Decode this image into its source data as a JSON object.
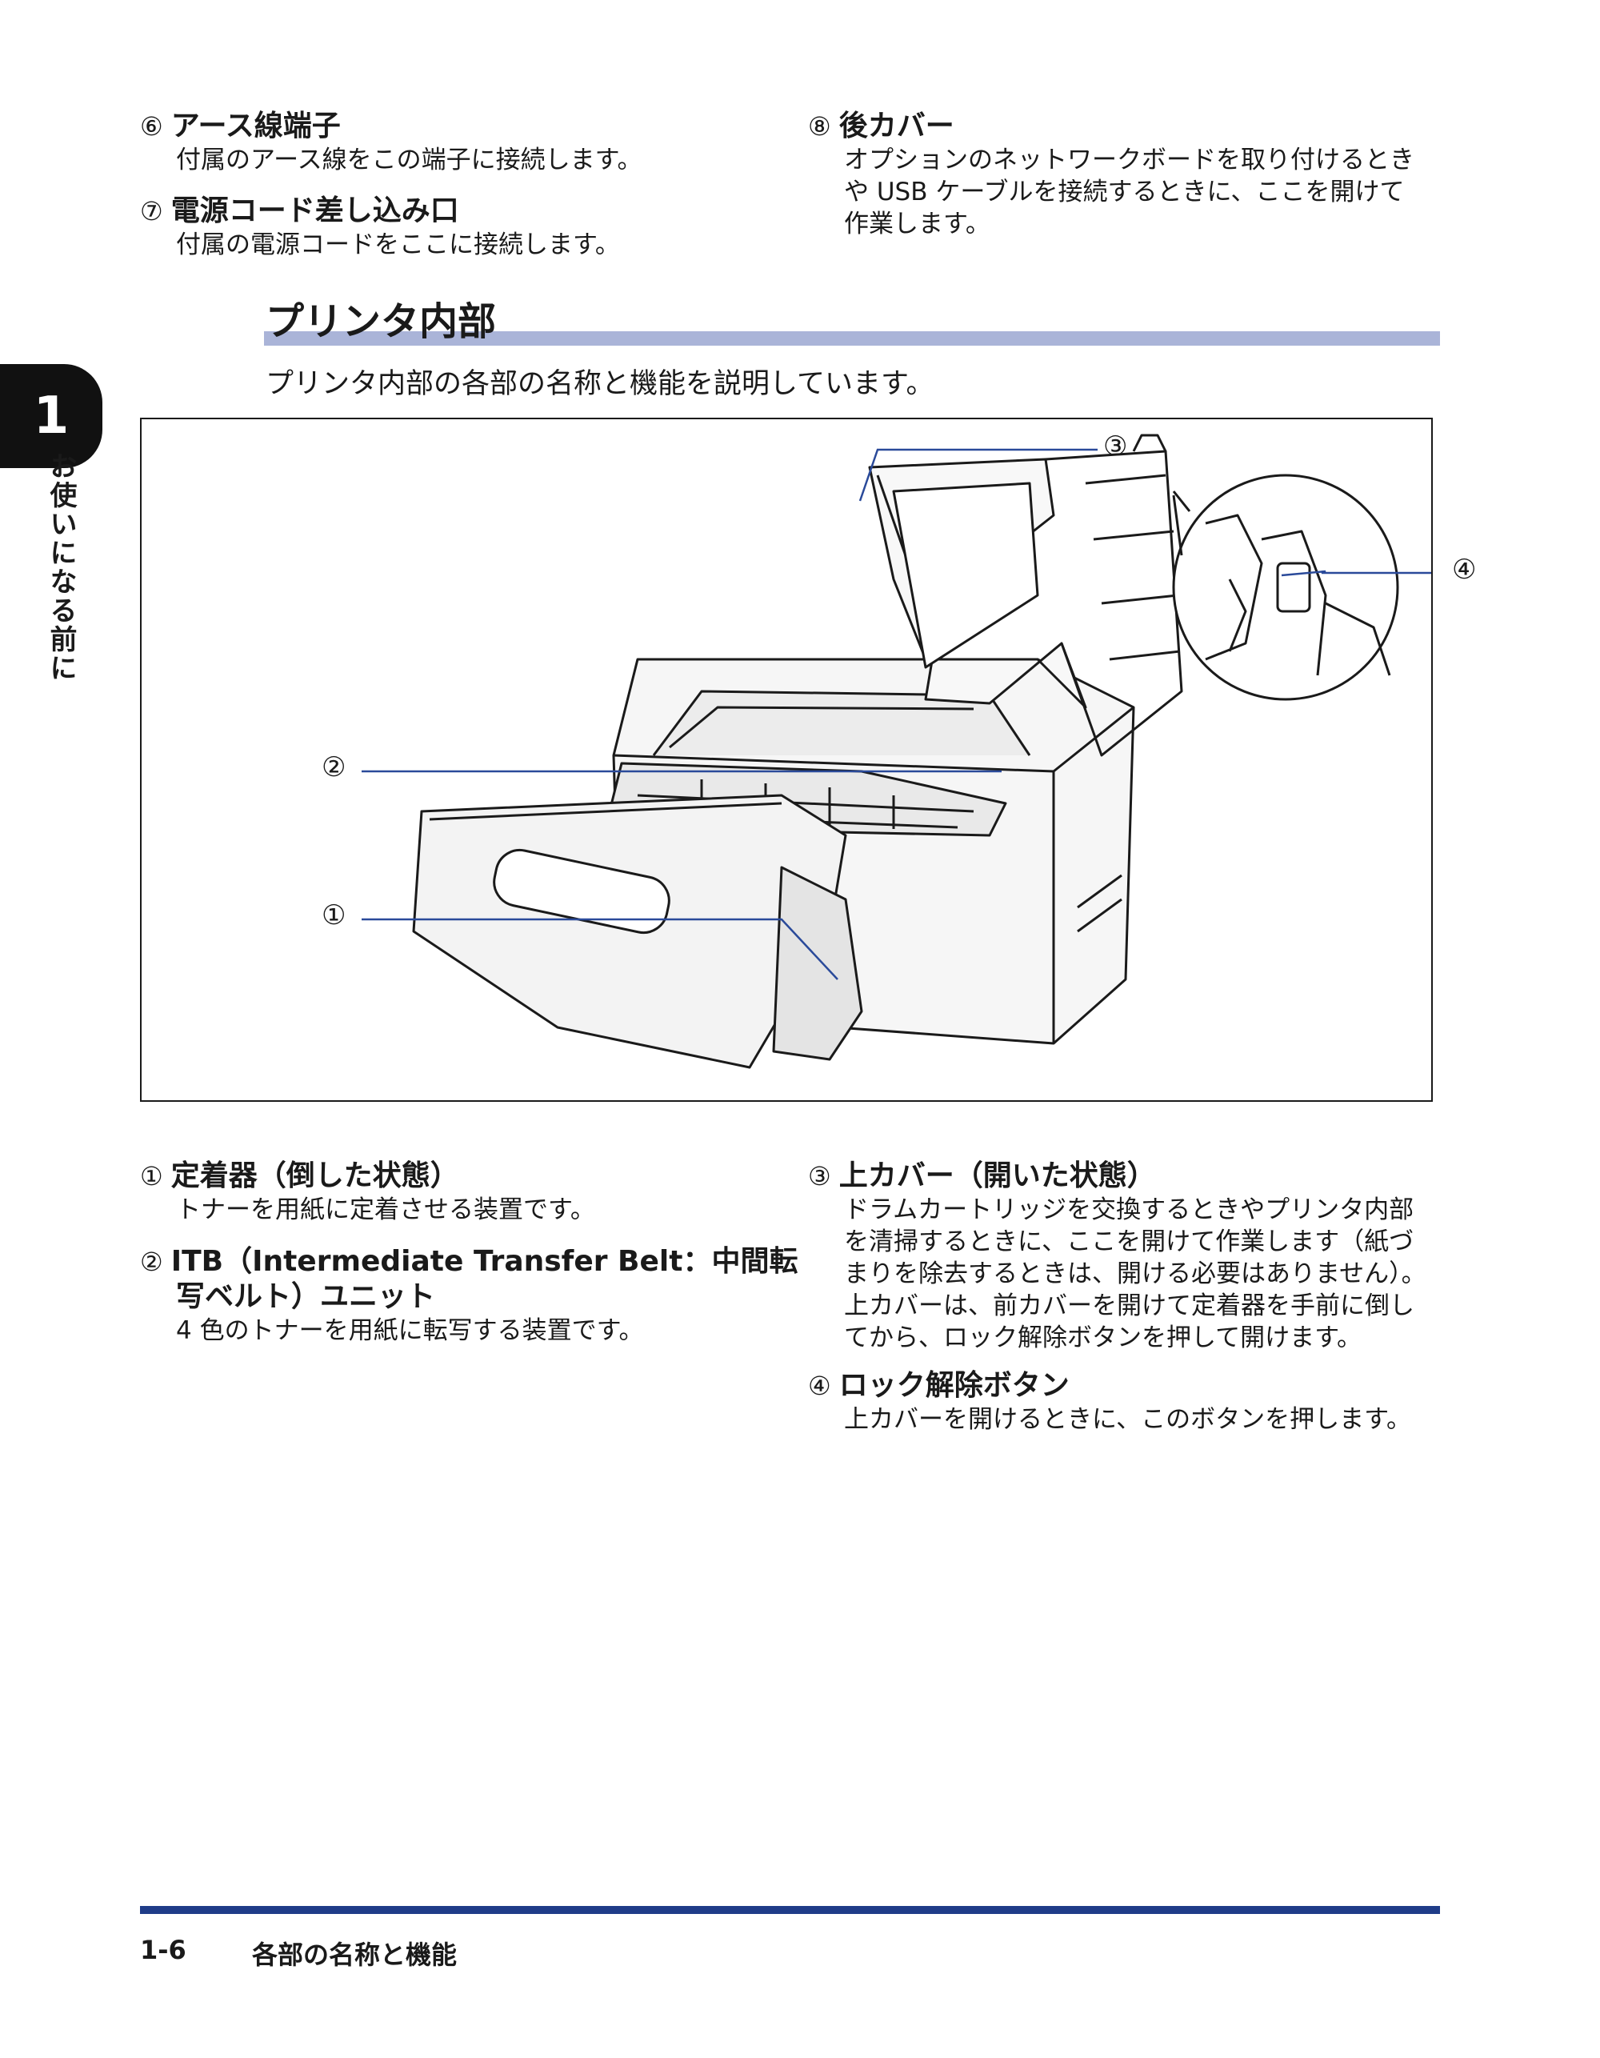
{
  "top_items": {
    "item6": {
      "num": "⑥",
      "title": "アース線端子",
      "body": "付属のアース線をこの端子に接続します。"
    },
    "item7": {
      "num": "⑦",
      "title": "電源コード差し込み口",
      "body": "付属の電源コードをここに接続します。"
    },
    "item8": {
      "num": "⑧",
      "title": "後カバー",
      "body_lines": [
        "オプションのネットワークボードを取り付けるとき",
        "や USB ケーブルを接続するときに、ここを開けて",
        "作業します。"
      ]
    }
  },
  "section": {
    "heading": "プリンタ内部",
    "intro": "プリンタ内部の各部の名称と機能を説明しています。"
  },
  "figure": {
    "callouts": [
      "①",
      "②",
      "③",
      "④"
    ]
  },
  "bottom_items": {
    "item1": {
      "num": "①",
      "title": "定着器（倒した状態）",
      "body": "トナーを用紙に定着させる装置です。"
    },
    "item2": {
      "num": "②",
      "title_lines": [
        "ITB（Intermediate Transfer Belt：中間転",
        "写ベルト）ユニット"
      ],
      "body": "4 色のトナーを用紙に転写する装置です。"
    },
    "item3": {
      "num": "③",
      "title": "上カバー（開いた状態）",
      "body_lines": [
        "ドラムカートリッジを交換するときやプリンタ内部",
        "を清掃するときに、ここを開けて作業します（紙づ",
        "まりを除去するときは、開ける必要はありません）。",
        "上カバーは、前カバーを開けて定着器を手前に倒し",
        "てから、ロック解除ボタンを押して開けます。"
      ]
    },
    "item4": {
      "num": "④",
      "title": "ロック解除ボタン",
      "body": "上カバーを開けるときに、このボタンを押します。"
    }
  },
  "sidebar": {
    "chapter_number": "1",
    "chapter_title": "お使いになる前に"
  },
  "footer": {
    "page": "1-6",
    "title": "各部の名称と機能"
  },
  "colors": {
    "heading_bar": "#aab4d8",
    "footer_bar": "#1f3c88",
    "callout_line": "#2a4a9a"
  }
}
